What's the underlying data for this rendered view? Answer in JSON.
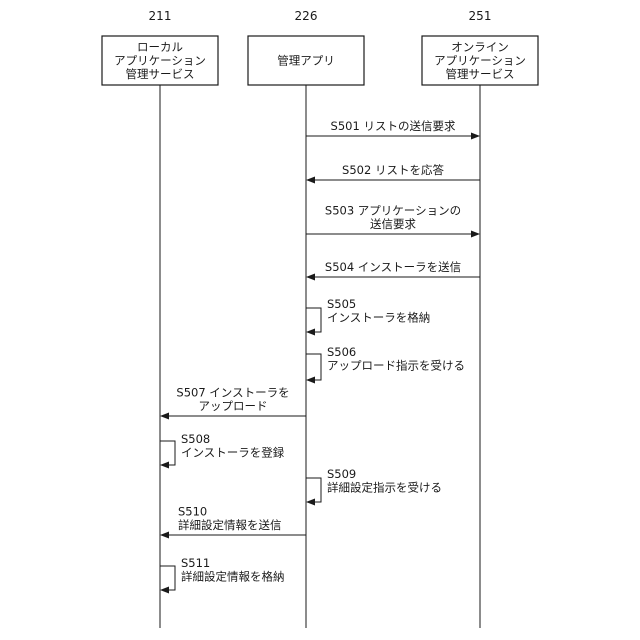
{
  "participants": [
    {
      "id": "local",
      "ref": "211",
      "lines": [
        "ローカル",
        "アプリケーション",
        "管理サービス"
      ]
    },
    {
      "id": "app",
      "ref": "226",
      "lines": [
        "管理アプリ"
      ]
    },
    {
      "id": "online",
      "ref": "251",
      "lines": [
        "オンライン",
        "アプリケーション",
        "管理サービス"
      ]
    }
  ],
  "messages": [
    {
      "step": "S501",
      "from": "app",
      "to": "online",
      "lines": [
        "S501 リストの送信要求"
      ]
    },
    {
      "step": "S502",
      "from": "online",
      "to": "app",
      "lines": [
        "S502 リストを応答"
      ]
    },
    {
      "step": "S503",
      "from": "app",
      "to": "online",
      "lines": [
        "S503 アプリケーションの",
        "送信要求"
      ]
    },
    {
      "step": "S504",
      "from": "online",
      "to": "app",
      "lines": [
        "S504 インストーラを送信"
      ]
    },
    {
      "step": "S505",
      "from": "app",
      "to": "app",
      "lines": [
        "S505",
        "インストーラを格納"
      ]
    },
    {
      "step": "S506",
      "from": "app",
      "to": "app",
      "lines": [
        "S506",
        "アップロード指示を受ける"
      ]
    },
    {
      "step": "S507",
      "from": "app",
      "to": "local",
      "lines": [
        "S507 インストーラを",
        "アップロード"
      ]
    },
    {
      "step": "S508",
      "from": "local",
      "to": "local",
      "lines": [
        "S508",
        "インストーラを登録"
      ]
    },
    {
      "step": "S509",
      "from": "app",
      "to": "app",
      "lines": [
        "S509",
        "詳細設定指示を受ける"
      ]
    },
    {
      "step": "S510",
      "from": "app",
      "to": "local",
      "lines": [
        "S510",
        "詳細設定情報を送信"
      ]
    },
    {
      "step": "S511",
      "from": "local",
      "to": "local",
      "lines": [
        "S511",
        "詳細設定情報を格納"
      ]
    }
  ]
}
